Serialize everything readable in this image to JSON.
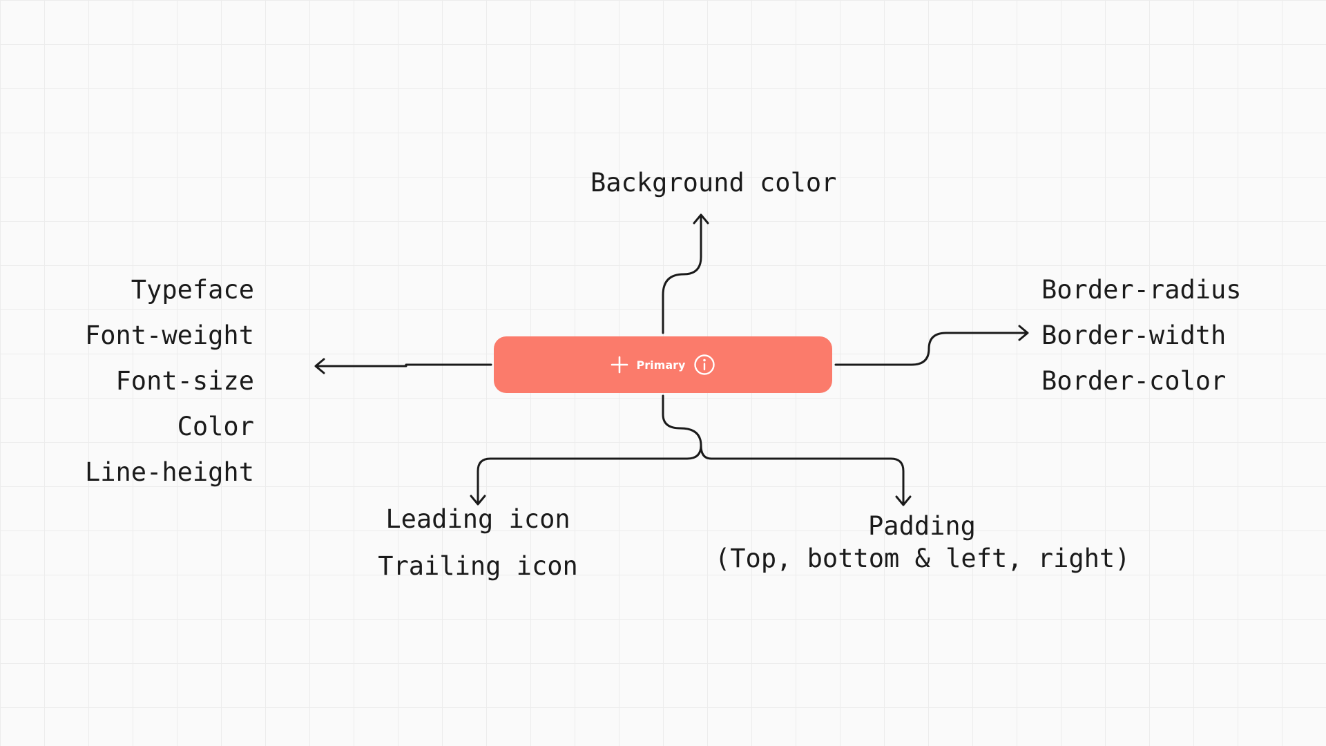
{
  "colors": {
    "button_background": "#fb7b6b",
    "connector": "#1a1a1a",
    "grid": "#ececec",
    "canvas": "#fafafa"
  },
  "button": {
    "label": "Primary",
    "leading_icon": "plus-icon",
    "trailing_icon": "info-circle-icon"
  },
  "labels": {
    "background_color": "Background color",
    "typography": [
      "Typeface",
      "Font-weight",
      "Font-size",
      "Color",
      "Line-height"
    ],
    "border": [
      "Border-radius",
      "Border-width",
      "Border-color"
    ],
    "icons": [
      "Leading icon",
      "Trailing icon"
    ],
    "padding": [
      "Padding",
      "(Top, bottom & left, right)"
    ]
  }
}
